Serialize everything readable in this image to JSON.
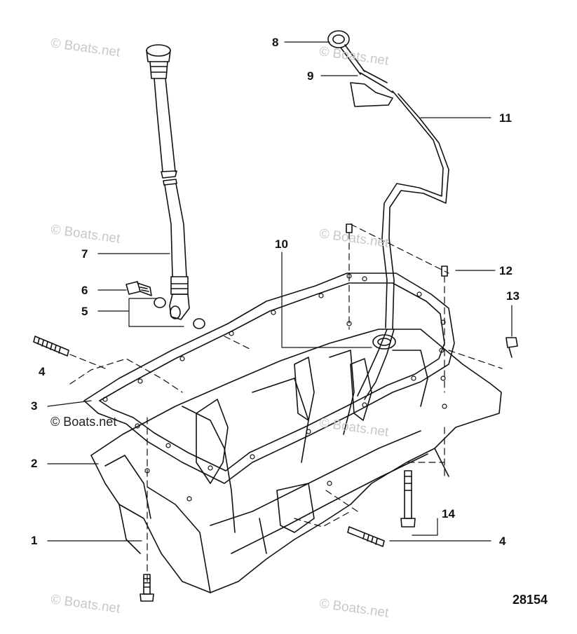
{
  "watermark": "© Boats.net",
  "figure_number": "28154",
  "callouts": [
    "1",
    "2",
    "3",
    "4",
    "4",
    "5",
    "6",
    "7",
    "8",
    "9",
    "10",
    "11",
    "12",
    "13",
    "14"
  ]
}
